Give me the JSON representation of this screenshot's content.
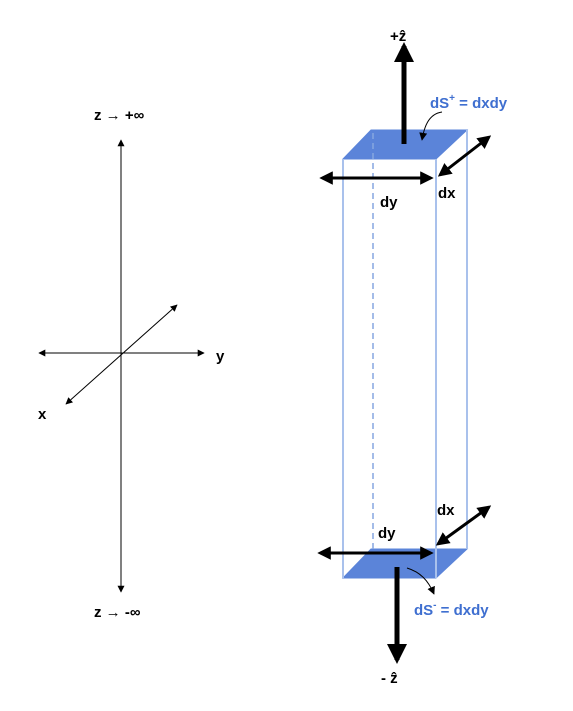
{
  "axes": {
    "z_top_label": "z → +∞",
    "z_bottom_label": "z → -∞",
    "x_label": "x",
    "y_label": "y"
  },
  "column": {
    "top_unit_label": "+ẑ",
    "bottom_unit_label": "- ẑ",
    "top_surface": {
      "prefix": "dS",
      "sup": "+",
      "suffix": " = dxdy"
    },
    "bottom_surface": {
      "prefix": "dS",
      "sup": "-",
      "suffix": " = dxdy"
    },
    "top_dx": "dx",
    "top_dy": "dy",
    "bottom_dx": "dx",
    "bottom_dy": "dy"
  },
  "colors": {
    "face_fill": "#5b84d9",
    "edge": "#a9c1ec",
    "label_blue": "#3f6fd0",
    "black": "#000000"
  }
}
